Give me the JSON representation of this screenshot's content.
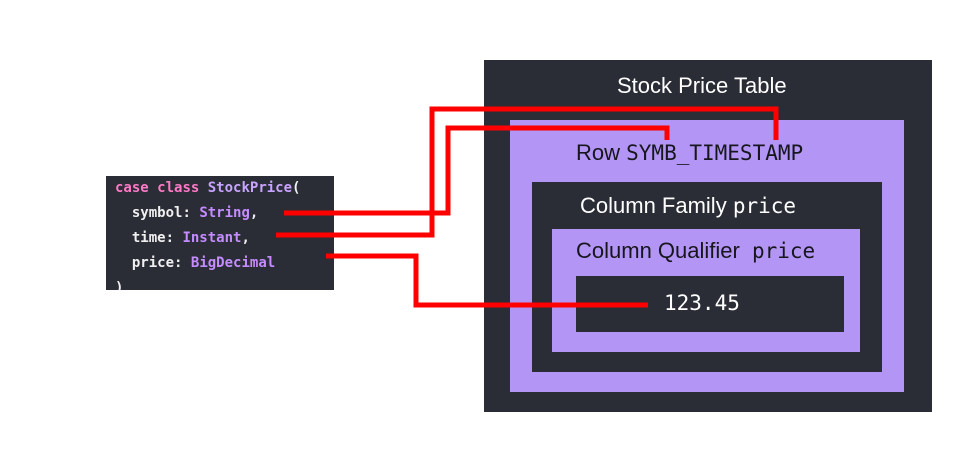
{
  "code": {
    "line1": {
      "kw1": "case",
      "kw2": "class",
      "cls": "StockPrice",
      "punc": "("
    },
    "line2": {
      "field": "symbol",
      "colon": ":",
      "type": "String",
      "punc": ","
    },
    "line3": {
      "field": "time",
      "colon": ":",
      "type": "Instant",
      "punc": ","
    },
    "line4": {
      "field": "price",
      "colon": ":",
      "type": "BigDecimal",
      "punc": ""
    },
    "line5": {
      "punc": ")"
    }
  },
  "table": {
    "title": "Stock Price Table",
    "row_word": "Row",
    "row_key": "SYMB_TIMESTAMP",
    "family_word": "Column Family",
    "family_name": "price",
    "qualifier_word": "Column Qualifier",
    "qualifier_name": "price",
    "value": "123.45"
  },
  "colors": {
    "dark": "#2a2c36",
    "purple": "#b395f5",
    "wire": "#ff0000"
  }
}
